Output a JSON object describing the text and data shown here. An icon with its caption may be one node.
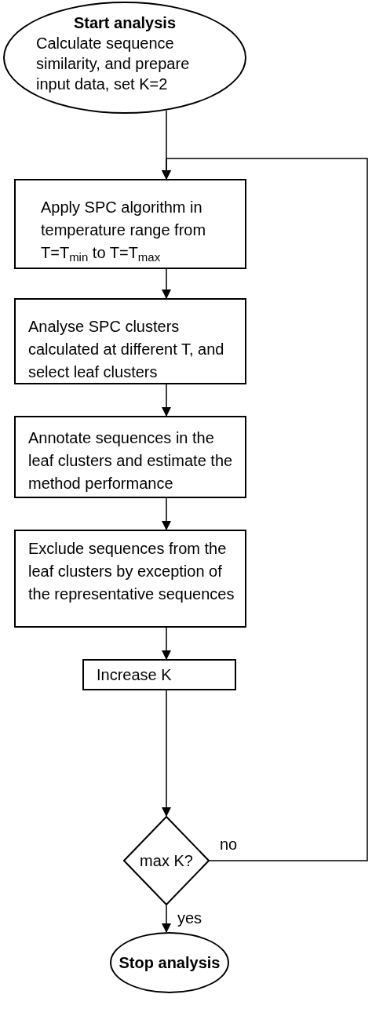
{
  "diagram": {
    "nodes": [
      {
        "text": [
          "Start analysis",
          "Calculate sequence similarity, and prepare input data, set K=2"
        ]
      },
      {
        "text": [
          "Apply SPC algorithm in temperature range from T=T$_{min}$ to T=T$_{max}$"
        ]
      },
      {
        "text": [
          "Analyse SPC clusters calculated at different T, and select leaf clusters"
        ]
      },
      {
        "text": [
          "Annotate sequences in the leaf clusters and estimate the method performance"
        ]
      },
      {
        "text": [
          "Exclude sequences from the leaf clusters by exception of the representative sequences"
        ]
      },
      {
        "text": [
          "Increase K"
        ]
      },
      {
        "text": [
          "max K?"
        ]
      },
      {
        "text": [
          "Stop analysis"
        ]
      }
    ],
    "edges": [
      {
        "from": 0,
        "to": 1,
        "arrow": "to"
      },
      {
        "from": 1,
        "to": 2,
        "arrow": "to"
      },
      {
        "from": 2,
        "to": 3,
        "arrow": "to"
      },
      {
        "from": 3,
        "to": 4,
        "arrow": "to"
      },
      {
        "from": 4,
        "to": 5,
        "arrow": "to"
      },
      {
        "from": 5,
        "to": 6,
        "arrow": "to"
      },
      {
        "from": 6,
        "to": 7,
        "arrow": "to",
        "label": "yes"
      },
      {
        "from": 6,
        "to": 1,
        "arrow": "to",
        "label": "no"
      }
    ]
  }
}
